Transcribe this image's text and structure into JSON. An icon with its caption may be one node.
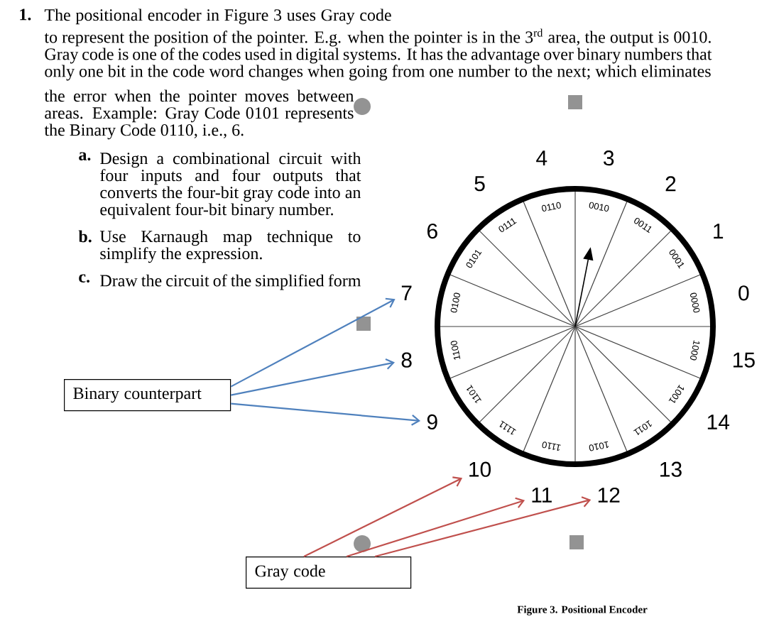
{
  "diagram": {
    "caption": "Figure 3. Positional Encoder",
    "nodes": [
      {
        "text": [
          "Binary counterpart"
        ]
      },
      {
        "text": [
          "Gray code"
        ]
      },
      {
        "text": [
          "0"
        ]
      },
      {
        "text": [
          "1"
        ]
      },
      {
        "text": [
          "2"
        ]
      },
      {
        "text": [
          "3"
        ]
      },
      {
        "text": [
          "4"
        ]
      },
      {
        "text": [
          "5"
        ]
      },
      {
        "text": [
          "6"
        ]
      },
      {
        "text": [
          "7"
        ]
      },
      {
        "text": [
          "8"
        ]
      },
      {
        "text": [
          "9"
        ]
      },
      {
        "text": [
          "10"
        ]
      },
      {
        "text": [
          "11"
        ]
      },
      {
        "text": [
          "12"
        ]
      },
      {
        "text": [
          "13"
        ]
      },
      {
        "text": [
          "14"
        ]
      },
      {
        "text": [
          "15"
        ]
      }
    ],
    "edges": [
      {
        "from": 0,
        "to": 9,
        "arrow": "to",
        "color": "#4f81bd"
      },
      {
        "from": 0,
        "to": 10,
        "arrow": "to",
        "color": "#4f81bd"
      },
      {
        "from": 0,
        "to": 11,
        "arrow": "to",
        "color": "#4f81bd"
      },
      {
        "from": 1,
        "to": 12,
        "arrow": "to",
        "color": "#c0504d"
      },
      {
        "from": 1,
        "to": 13,
        "arrow": "to",
        "color": "#c0504d"
      },
      {
        "from": 1,
        "to": 14,
        "arrow": "to",
        "color": "#c0504d"
      }
    ],
    "labels": [
      "1.",
      "The positional encoder in Figure 3 uses Gray code",
      "to represent the position of the pointer. E.g. when the pointer is in the 3$^{rd}$ area, the output is 0010. Gray code is one of the codes used in digital systems. It has the advantage over binary numbers that only one bit in the code word changes when going from one number to the next; which eliminates",
      "the error when the pointer moves between areas. Example: Gray Code 0101 represents the Binary Code 0110, i.e., 6.",
      "a.",
      "Design a combinational circuit with four inputs and four outputs that converts the four-bit gray code into an equivalent four-bit binary number.",
      "b.",
      "Use Karnaugh map technique to simplify the expression.",
      "c.",
      "Draw the circuit of the simplified form",
      "0000",
      "0001",
      "0011",
      "0010",
      "0110",
      "0111",
      "0101",
      "0100",
      "1100",
      "1101",
      "1111",
      "1110",
      "1010",
      "1011",
      "1001",
      "1000"
    ]
  }
}
